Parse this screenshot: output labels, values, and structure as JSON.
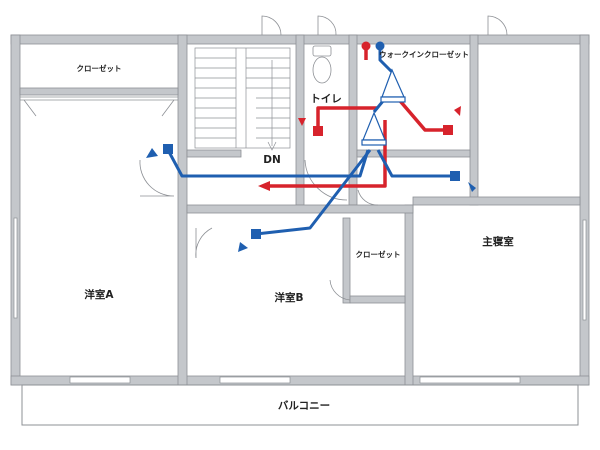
{
  "rooms": {
    "closet_a": "クローゼット",
    "toilet": "トイレ",
    "walkin_closet": "ウォークインクローゼット",
    "stair_dn": "DN",
    "room_a": "洋室A",
    "room_b": "洋室B",
    "closet_b": "クローゼット",
    "master_bedroom": "主寝室",
    "balcony": "バルコニー"
  },
  "colors": {
    "wall": "#c4c7cb",
    "wall_edge": "#8d9095",
    "supply_duct": "#1f5fb0",
    "exhaust_duct": "#d7232c"
  },
  "icons": {
    "duct_terminal": "square-vent-icon",
    "airflow": "arrow-icon",
    "duct_junction": "branch-box-icon"
  }
}
